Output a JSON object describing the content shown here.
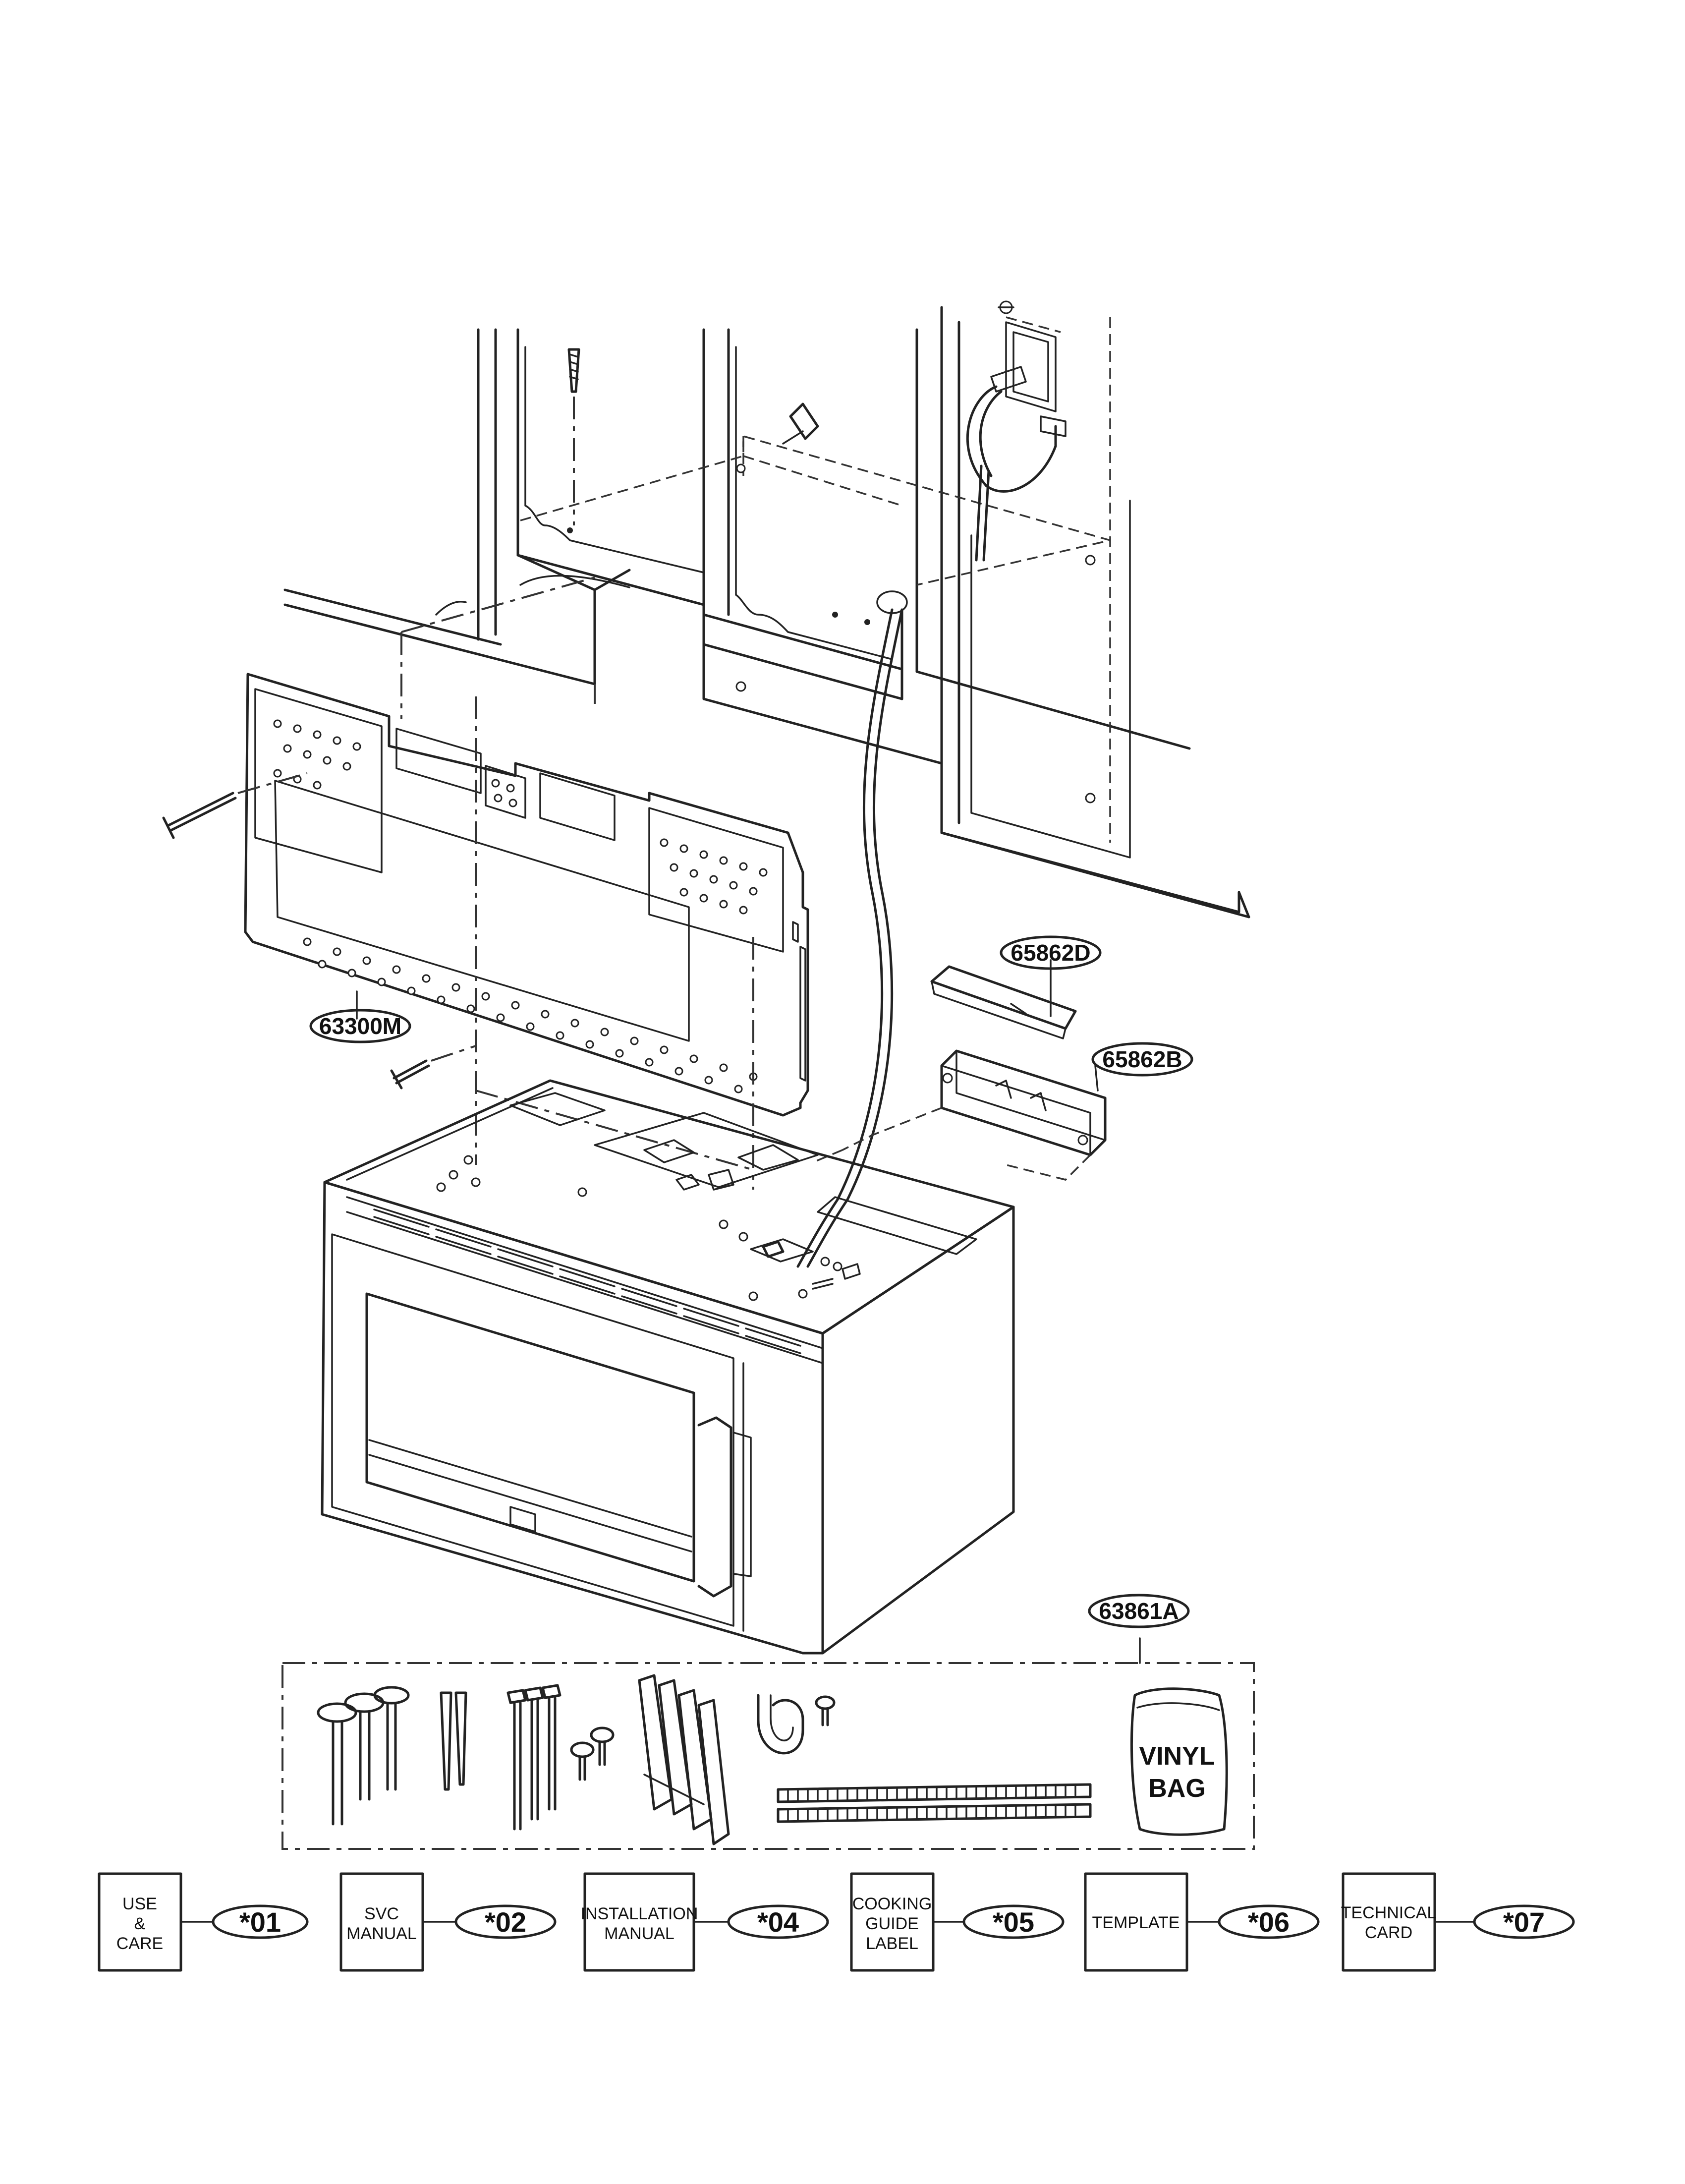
{
  "part_labels": {
    "mounting_plate": "63300M",
    "damper_top": "65862D",
    "damper_housing": "65862B",
    "hardware_kit": "63861A"
  },
  "vinyl_bag": [
    "VINYL",
    "BAG"
  ],
  "documents": [
    {
      "lines": [
        "USE",
        "&",
        "CARE"
      ],
      "code": "*01"
    },
    {
      "lines": [
        "SVC",
        "MANUAL"
      ],
      "code": "*02"
    },
    {
      "lines": [
        "INSTALLATION",
        "MANUAL"
      ],
      "code": "*04"
    },
    {
      "lines": [
        "COOKING",
        "GUIDE",
        "LABEL"
      ],
      "code": "*05"
    },
    {
      "lines": [
        "TEMPLATE"
      ],
      "code": "*06"
    },
    {
      "lines": [
        "TECHNICAL",
        "CARD"
      ],
      "code": "*07"
    }
  ]
}
